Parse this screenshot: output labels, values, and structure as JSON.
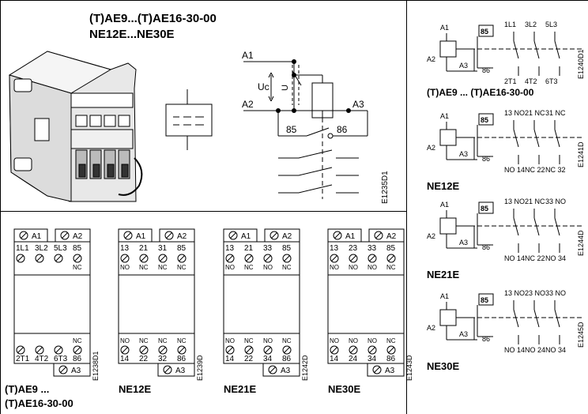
{
  "main": {
    "title_line1": "(T)AE9...(T)AE16-30-00",
    "title_line2": "NE12E...NE30E",
    "ref": "E1235D1",
    "labels": {
      "a1": "A1",
      "a2": "A2",
      "a3": "A3",
      "uc": "Uc",
      "u": "U",
      "c85": "85",
      "c86": "86"
    }
  },
  "schematics": [
    {
      "caption": "(T)AE9 ... (T)AE16-30-00",
      "ref": "E1240D1",
      "top": [
        "1L1",
        "3L2",
        "5L3"
      ],
      "bottom": [
        "2T1",
        "4T2",
        "6T3"
      ]
    },
    {
      "caption": "NE12E",
      "ref": "E1241D",
      "top": [
        "13 NO",
        "21 NC",
        "31 NC"
      ],
      "bottom": [
        "NO 14",
        "NC 22",
        "NC 32"
      ]
    },
    {
      "caption": "NE21E",
      "ref": "E1244D",
      "top": [
        "13 NO",
        "21 NC",
        "33 NO"
      ],
      "bottom": [
        "NO 14",
        "NC 22",
        "NO 34"
      ]
    },
    {
      "caption": "NE30E",
      "ref": "E1245D",
      "top": [
        "13 NO",
        "23 NO",
        "33 NO"
      ],
      "bottom": [
        "NO 14",
        "NO 24",
        "NO 34"
      ]
    }
  ],
  "coil_labels": {
    "a1": "A1",
    "a2": "A2",
    "a3": "A3",
    "c85": "85",
    "c86": "86"
  },
  "terminals": [
    {
      "caption_line1": "(T)AE9 ...",
      "caption_line2": "(T)AE16-30-00",
      "ref": "E1238D1",
      "top": [
        "1L1",
        "3L2",
        "5L3",
        "85"
      ],
      "top_sub": [
        "",
        "",
        "",
        "NC"
      ],
      "bottom": [
        "2T1",
        "4T2",
        "6T3",
        "86"
      ],
      "bottom_sup": [
        "",
        "",
        "",
        "NC"
      ]
    },
    {
      "caption_line1": "NE12E",
      "caption_line2": "",
      "ref": "E1239D",
      "top": [
        "13",
        "21",
        "31",
        "85"
      ],
      "top_sub": [
        "NO",
        "NC",
        "NC",
        "NC"
      ],
      "bottom": [
        "14",
        "22",
        "32",
        "86"
      ],
      "bottom_sup": [
        "NO",
        "NC",
        "NC",
        "NC"
      ]
    },
    {
      "caption_line1": "NE21E",
      "caption_line2": "",
      "ref": "E1242D",
      "top": [
        "13",
        "21",
        "33",
        "85"
      ],
      "top_sub": [
        "NO",
        "NC",
        "NO",
        "NC"
      ],
      "bottom": [
        "14",
        "22",
        "34",
        "86"
      ],
      "bottom_sup": [
        "NO",
        "NC",
        "NO",
        "NC"
      ]
    },
    {
      "caption_line1": "NE30E",
      "caption_line2": "",
      "ref": "E1243D",
      "top": [
        "13",
        "23",
        "33",
        "85"
      ],
      "top_sub": [
        "NO",
        "NO",
        "NO",
        "NC"
      ],
      "bottom": [
        "14",
        "24",
        "34",
        "86"
      ],
      "bottom_sup": [
        "NO",
        "NO",
        "NO",
        "NC"
      ]
    }
  ]
}
